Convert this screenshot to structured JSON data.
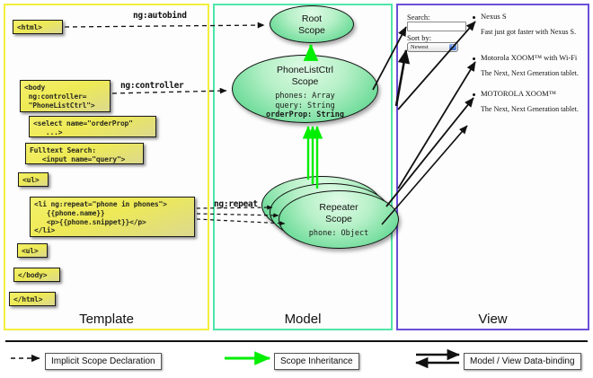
{
  "columns": [
    {
      "key": "template",
      "label": "Template",
      "border_color": "#f2ef3d"
    },
    {
      "key": "model",
      "label": "Model",
      "border_color": "#4ee6a8"
    },
    {
      "key": "view",
      "label": "View",
      "border_color": "#6a4fd8"
    }
  ],
  "template": {
    "code_boxes": [
      {
        "name": "html-open-tag",
        "text": "<html>"
      },
      {
        "name": "body-controller-tag",
        "text": "<body\n ng:controller=\n \"PhoneListCtrl\">"
      },
      {
        "name": "select-orderprop-tag",
        "text": "<select name=\"orderProp\"\n   ...>"
      },
      {
        "name": "fulltext-search-input",
        "text": "Fulltext Search:\n   <input name=\"query\">"
      },
      {
        "name": "ul-open-tag",
        "text": "<ul>"
      },
      {
        "name": "li-ngrepeat-block",
        "text": "<li ng:repeat=\"phone in phones\">\n   {{phone.name}}\n   <p>{{phone.snippet}}</p>\n</li>"
      },
      {
        "name": "ul-close-tag",
        "text": "<ul>"
      },
      {
        "name": "body-close-tag",
        "text": "</body>"
      },
      {
        "name": "html-close-tag",
        "text": "</html>"
      }
    ]
  },
  "connectors": [
    {
      "name": "ng-autobind-label",
      "text": "ng:autobind"
    },
    {
      "name": "ng-controller-label",
      "text": "ng:controller"
    },
    {
      "name": "ng-repeat-label",
      "text": "ng:repeat"
    }
  ],
  "model": {
    "scopes": [
      {
        "name": "root-scope",
        "title_line1": "Root",
        "title_line2": "Scope",
        "props": ""
      },
      {
        "name": "phonelistctrl-scope",
        "title_line1": "PhoneListCtrl",
        "title_line2": "Scope",
        "props_plain": "phones: Array\nquery: String",
        "props_bold": "orderProp: String"
      },
      {
        "name": "repeater-scope",
        "title_line1": "Repeater",
        "title_line2": "Scope",
        "props_plain": "phone: Object"
      }
    ],
    "scope_fill": "#6fdc9a",
    "inheritance_arrow_color": "#00ee00"
  },
  "view": {
    "search_label": "Search:",
    "search_value": "",
    "sort_label": "Sort by:",
    "sort_selected": "Newest",
    "phones": [
      {
        "name": "Nexus S",
        "snippet": "Fast just got faster with Nexus S."
      },
      {
        "name": "Motorola XOOM™  with Wi-Fi",
        "snippet": "The Next, Next Generation tablet."
      },
      {
        "name": "MOTOROLA XOOM™",
        "snippet": "The Next, Next Generation tablet."
      }
    ]
  },
  "legend": [
    {
      "name": "implicit-scope-declaration",
      "label": "Implicit Scope Declaration",
      "style": "dashed-arrow",
      "color": "#111111"
    },
    {
      "name": "scope-inheritance",
      "label": "Scope Inheritance",
      "style": "solid-green-arrow",
      "color": "#00ee00"
    },
    {
      "name": "model-view-data-binding",
      "label": "Model / View Data-binding",
      "style": "double-arrow",
      "color": "#111111"
    }
  ]
}
